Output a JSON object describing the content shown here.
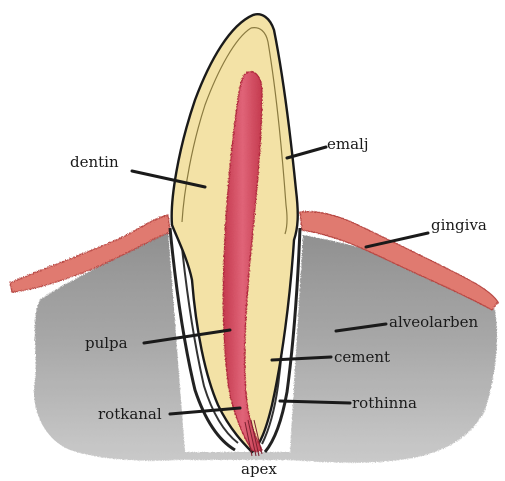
{
  "labels": {
    "dentin": "dentin",
    "emalj": "emalj",
    "gingiva": "gingiva",
    "alveolarben": "alveolarben",
    "pulpa": "pulpa",
    "cement": "cement",
    "rothinna": "rothinna",
    "rotkanal": "rotkanal",
    "apex": "apex"
  },
  "colors": {
    "enamel": "#f7eab8",
    "dentin": "#f3e2a6",
    "pulp": "#d4485a",
    "gingiva": "#e07a70",
    "bone": "#9a9a9a",
    "outline": "#222222"
  }
}
